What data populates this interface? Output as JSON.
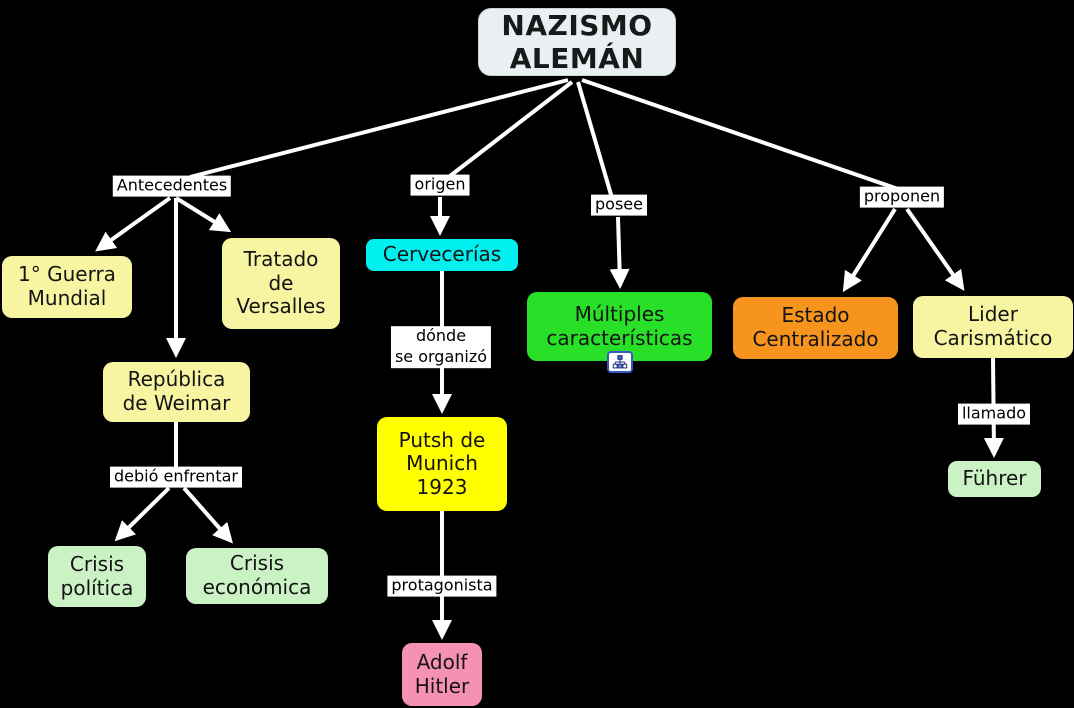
{
  "canvas": {
    "background": "#000000",
    "line_color": "#FFFFFF",
    "label_bg": "#FFFFFF",
    "label_text_color": "#000000"
  },
  "root": {
    "label": "NAZISMO\nALEMÁN",
    "bg": "#EAF0F1"
  },
  "nodes": [
    {
      "id": "guerra-mundial",
      "label": "1° Guerra\nMundial",
      "bg": "#F8F5A2"
    },
    {
      "id": "tratado-versalles",
      "label": "Tratado\nde\nVersalles",
      "bg": "#F8F5A2"
    },
    {
      "id": "republica-weimar",
      "label": "República\nde Weimar",
      "bg": "#F8F5A2"
    },
    {
      "id": "crisis-politica",
      "label": "Crisis\npolítica",
      "bg": "#CBF2C4"
    },
    {
      "id": "crisis-economica",
      "label": "Crisis\neconómica",
      "bg": "#CBF2C4"
    },
    {
      "id": "cervecerias",
      "label": "Cervecerías",
      "bg": "#00EFEF"
    },
    {
      "id": "putsh-munich",
      "label": "Putsh de\nMunich\n1923",
      "bg": "#FFFF00"
    },
    {
      "id": "adolf-hitler",
      "label": "Adolf\nHitler",
      "bg": "#F591B4"
    },
    {
      "id": "multiples-caracteristicas",
      "label": "Múltiples\ncaracterísticas",
      "bg": "#28E028"
    },
    {
      "id": "estado-centralizado",
      "label": "Estado\nCentralizado",
      "bg": "#F7941E"
    },
    {
      "id": "lider-carismatico",
      "label": "Lider\nCarismático",
      "bg": "#F8F5A2"
    },
    {
      "id": "fuhrer",
      "label": "Führer",
      "bg": "#CBF2C4"
    }
  ],
  "link_labels": [
    {
      "id": "antecedentes",
      "text": "Antecedentes"
    },
    {
      "id": "origen",
      "text": "origen"
    },
    {
      "id": "posee",
      "text": "posee"
    },
    {
      "id": "proponen",
      "text": "proponen"
    },
    {
      "id": "donde-se-organizo",
      "text": "dónde\nse organizó"
    },
    {
      "id": "debio-enfrentar",
      "text": "debió enfrentar"
    },
    {
      "id": "protagonista",
      "text": "protagonista"
    },
    {
      "id": "llamado",
      "text": "llamado"
    }
  ],
  "edges": [
    {
      "from": "NAZISMO ALEMÁN",
      "label": "Antecedentes",
      "to": [
        "1° Guerra Mundial",
        "Tratado de Versalles",
        "República de Weimar"
      ]
    },
    {
      "from": "NAZISMO ALEMÁN",
      "label": "origen",
      "to": [
        "Cervecerías"
      ]
    },
    {
      "from": "NAZISMO ALEMÁN",
      "label": "posee",
      "to": [
        "Múltiples características"
      ]
    },
    {
      "from": "NAZISMO ALEMÁN",
      "label": "proponen",
      "to": [
        "Estado Centralizado",
        "Lider Carismático"
      ]
    },
    {
      "from": "República de Weimar",
      "label": "debió enfrentar",
      "to": [
        "Crisis política",
        "Crisis económica"
      ]
    },
    {
      "from": "Cervecerías",
      "label": "dónde se organizó",
      "to": [
        "Putsh de Munich 1923"
      ]
    },
    {
      "from": "Putsh de Munich 1923",
      "label": "protagonista",
      "to": [
        "Adolf Hitler"
      ]
    },
    {
      "from": "Lider Carismático",
      "label": "llamado",
      "to": [
        "Führer"
      ]
    }
  ],
  "icons": [
    {
      "id": "linked-map-icon",
      "meaning": "linked concept-map resource",
      "border_color": "#3A57C4"
    }
  ]
}
